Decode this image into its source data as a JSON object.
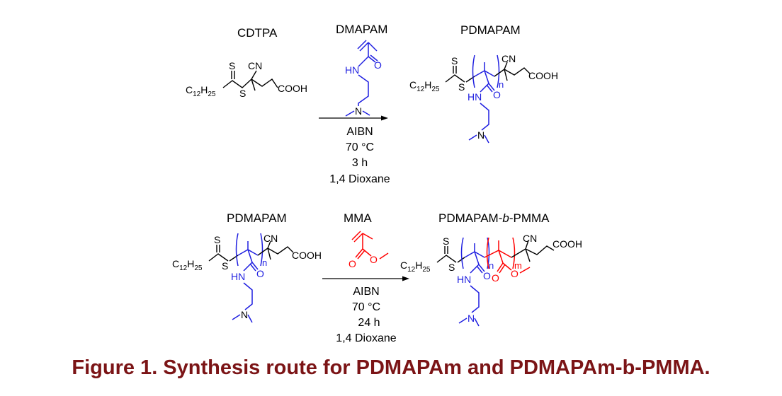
{
  "colors": {
    "caption": "#7b1416",
    "blue_block": "#1f1fe0",
    "red_block": "#ff0000",
    "ink": "#000000"
  },
  "top": {
    "raft_title": "CDTPA",
    "monomer_title": "DMAPAM",
    "product_title": "PDMAPAM",
    "conditions": [
      "AIBN",
      "70 °C",
      "3 h",
      "1,4 Dioxane"
    ]
  },
  "bottom": {
    "reactant_title": "PDMAPAM",
    "monomer_title": "MMA",
    "product_title_a": "PDMAPAM-",
    "product_title_b": "b",
    "product_title_c": "-PMMA",
    "conditions": [
      "AIBN",
      "70 °C",
      "24 h",
      "1,4 Dioxane"
    ]
  },
  "atoms": {
    "s": "S",
    "cn": "CN",
    "cooh": "COOH",
    "c": "C",
    "c_sub": "12",
    "h": "H",
    "h_sub": "25",
    "hn": "HN",
    "o": "O",
    "n": "N",
    "n_sub": "n",
    "m_sub": "m"
  },
  "caption": "Figure 1. Synthesis route for PDMAPAm and PDMAPAm-b-PMMA."
}
